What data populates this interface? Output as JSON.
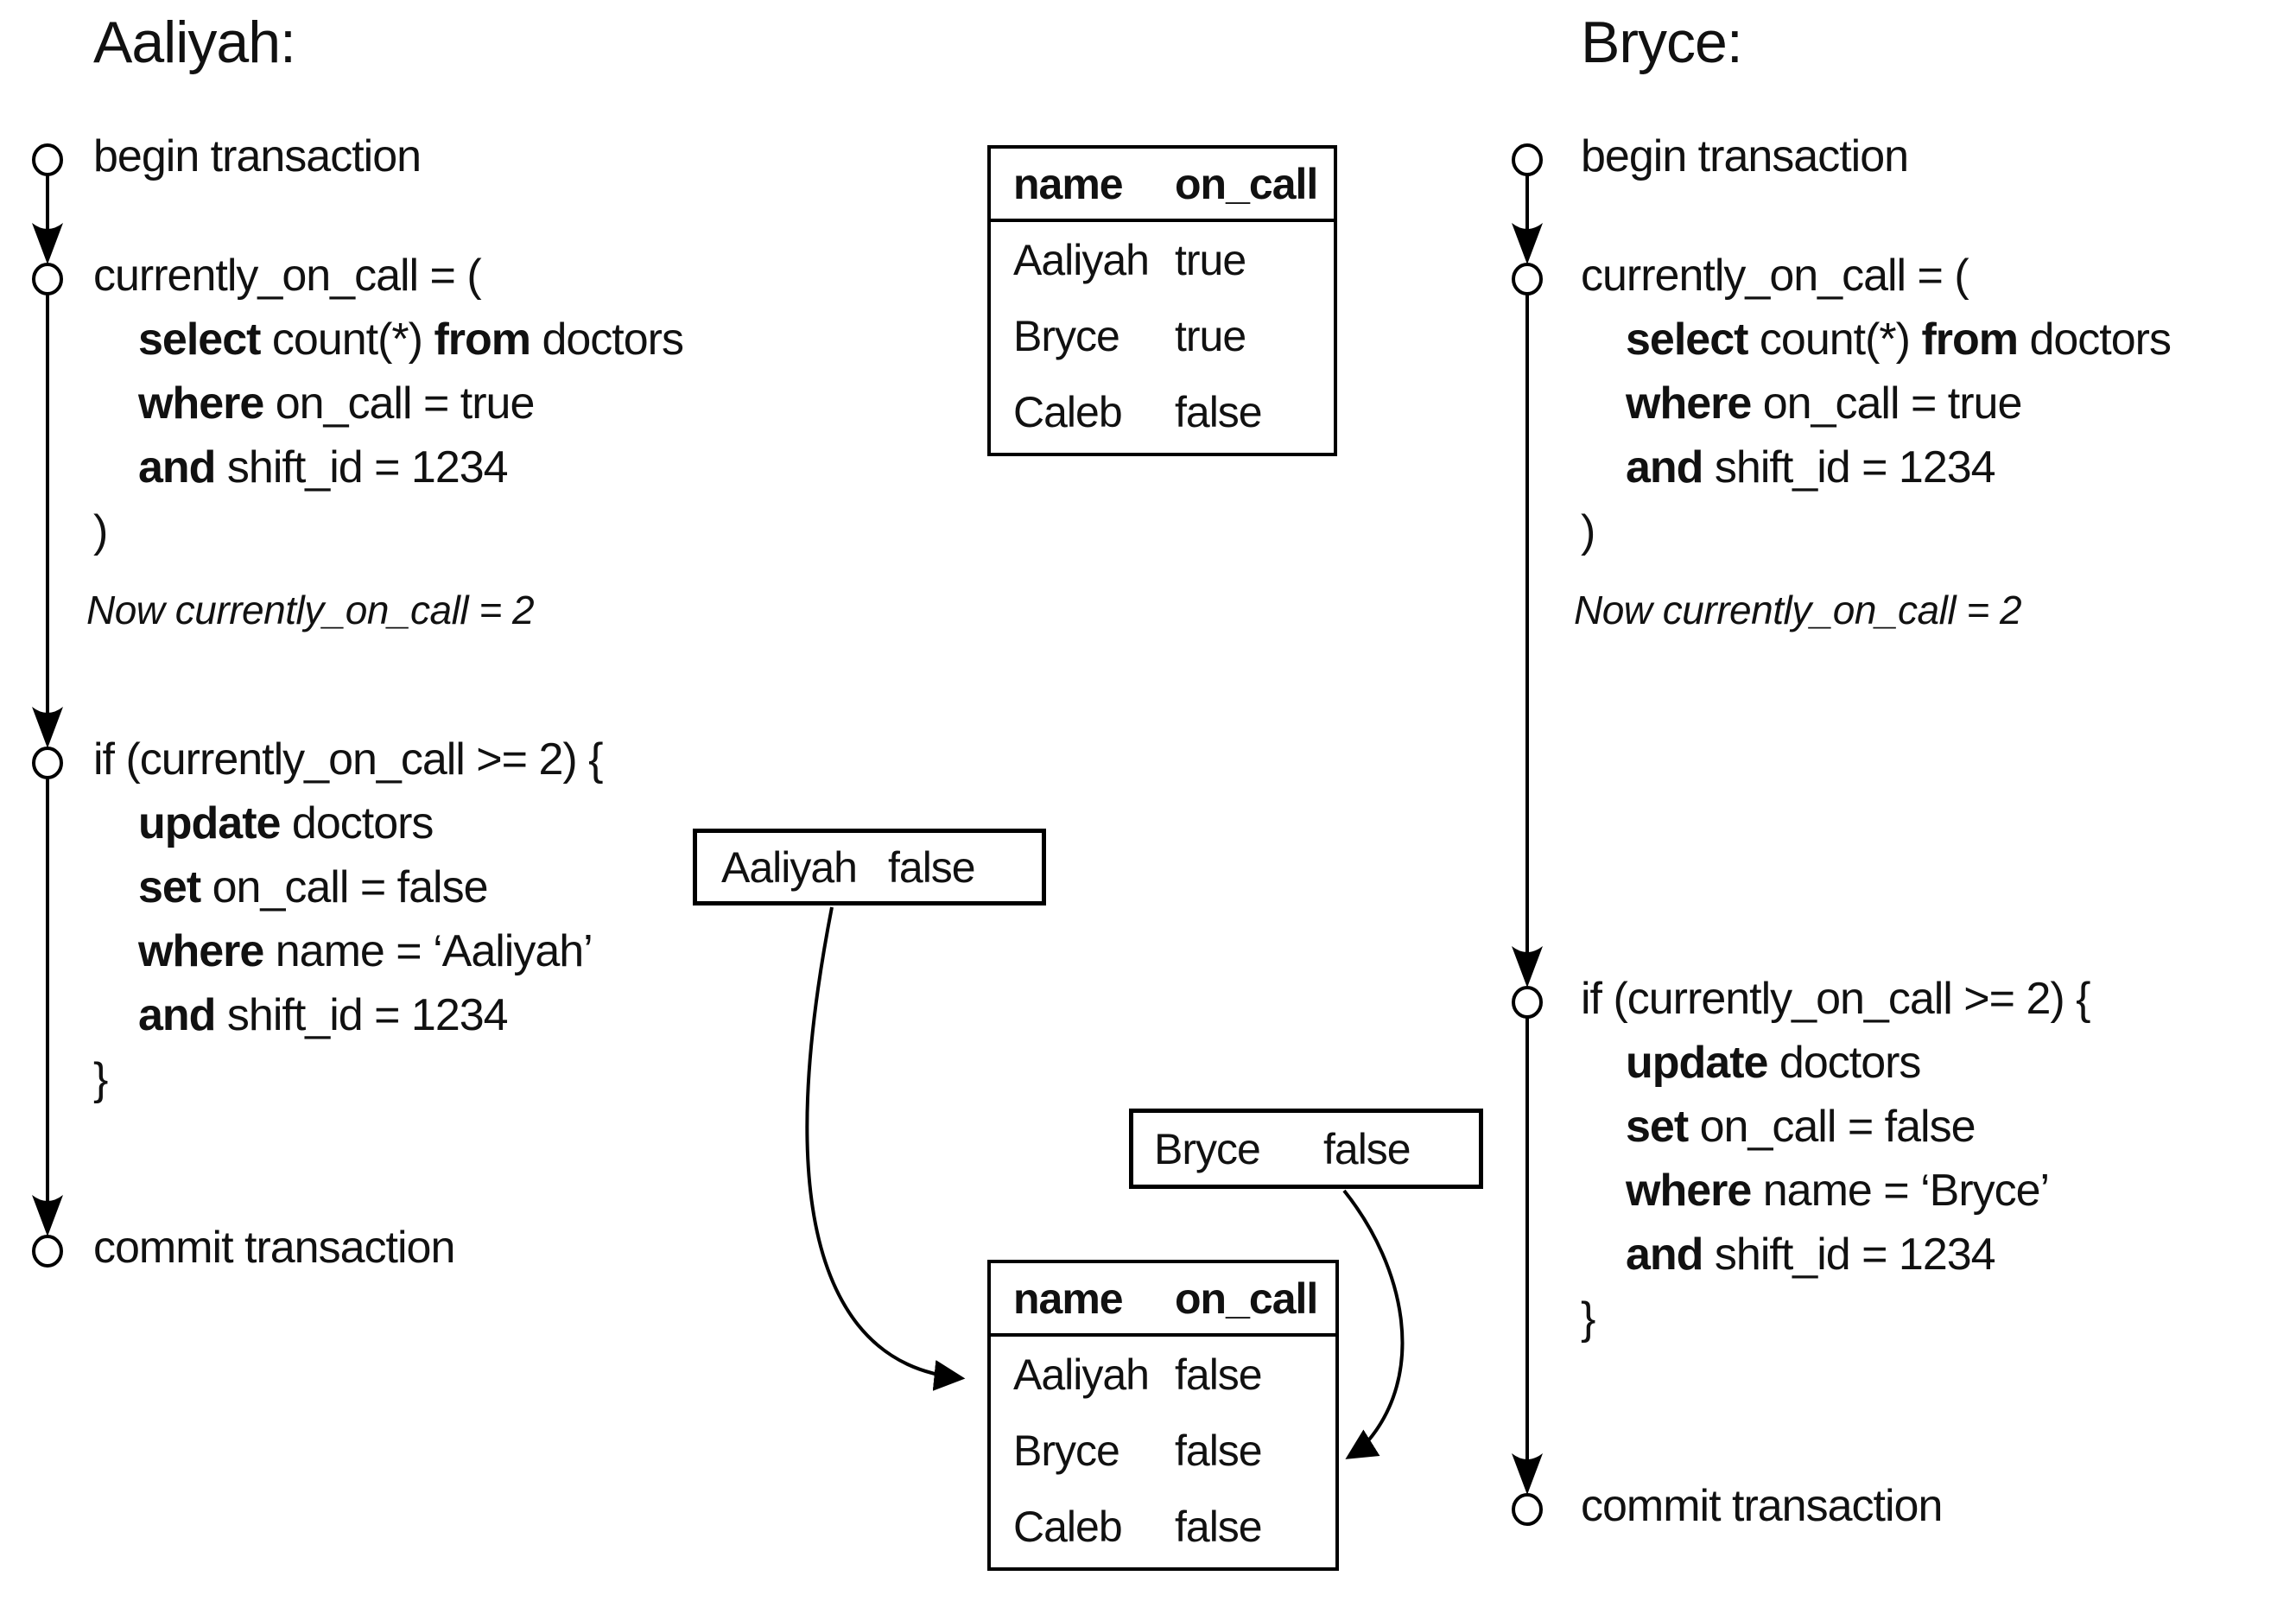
{
  "transactions": [
    {
      "title": "Aaliyah:",
      "begin": "begin transaction",
      "assign_open": "currently_on_call = (",
      "select_kw": "select",
      "select_mid": " count(*) ",
      "from_kw": "from",
      "from_rest": " doctors",
      "where_kw": "where",
      "where_rest": " on_call = true",
      "and_kw": "and",
      "and_rest": " shift_id = 1234",
      "close_paren": ")",
      "note": "Now currently_on_call = 2",
      "if_open": "if (currently_on_call >= 2) {",
      "update_kw": "update",
      "update_rest": " doctors",
      "set_kw": "set",
      "set_rest": " on_call = false",
      "where2_kw": "where",
      "where2_rest": " name = ‘Aaliyah’",
      "and2_kw": "and",
      "and2_rest": " shift_id = 1234",
      "close_brace": "}",
      "commit": "commit transaction"
    },
    {
      "title": "Bryce:",
      "begin": "begin transaction",
      "assign_open": "currently_on_call = (",
      "select_kw": "select",
      "select_mid": " count(*) ",
      "from_kw": "from",
      "from_rest": " doctors",
      "where_kw": "where",
      "where_rest": " on_call = true",
      "and_kw": "and",
      "and_rest": " shift_id = 1234",
      "close_paren": ")",
      "note": "Now currently_on_call = 2",
      "if_open": "if (currently_on_call >= 2) {",
      "update_kw": "update",
      "update_rest": " doctors",
      "set_kw": "set",
      "set_rest": " on_call = false",
      "where2_kw": "where",
      "where2_rest": " name = ‘Bryce’",
      "and2_kw": "and",
      "and2_rest": " shift_id = 1234",
      "close_brace": "}",
      "commit": "commit transaction"
    }
  ],
  "tables": {
    "initial": {
      "headers": [
        "name",
        "on_call"
      ],
      "rows": [
        [
          "Aaliyah",
          "true"
        ],
        [
          "Bryce",
          "true"
        ],
        [
          "Caleb",
          "false"
        ]
      ]
    },
    "final": {
      "headers": [
        "name",
        "on_call"
      ],
      "rows": [
        [
          "Aaliyah",
          "false"
        ],
        [
          "Bryce",
          "false"
        ],
        [
          "Caleb",
          "false"
        ]
      ]
    }
  },
  "update_boxes": [
    {
      "name": "Aaliyah",
      "value": "false"
    },
    {
      "name": "Bryce",
      "value": "false"
    }
  ],
  "colors": {
    "ink": "#111111",
    "stroke": "#000000",
    "background": "#ffffff"
  }
}
